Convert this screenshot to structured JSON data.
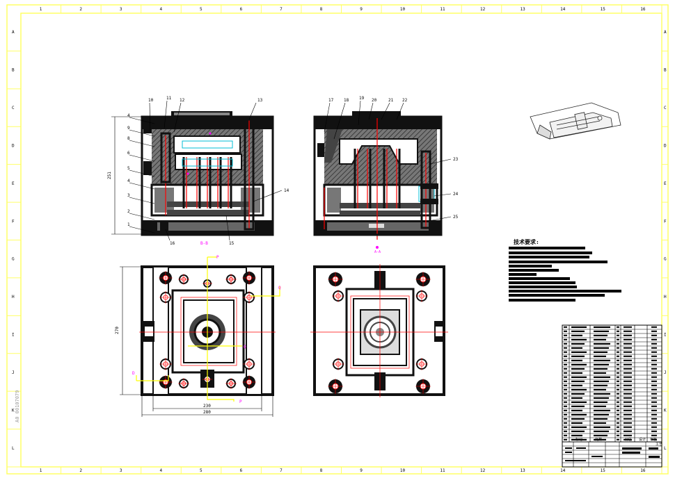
{
  "border": {
    "top_numbers": [
      "1",
      "2",
      "3",
      "4",
      "5",
      "6",
      "7",
      "8",
      "9",
      "10",
      "11",
      "12",
      "13",
      "14",
      "15",
      "16"
    ],
    "bottom_numbers": [
      "1",
      "2",
      "3",
      "4",
      "5",
      "6",
      "7",
      "8",
      "9",
      "10",
      "11",
      "12",
      "13",
      "14",
      "15",
      "16"
    ],
    "left_letters": [
      "A",
      "B",
      "C",
      "D",
      "E",
      "F",
      "G",
      "H",
      "I",
      "J",
      "K",
      "L"
    ],
    "right_letters": [
      "A",
      "B",
      "C",
      "D",
      "E",
      "F",
      "G",
      "H",
      "I",
      "J",
      "K",
      "L"
    ],
    "side_stamp": "A0 00107079",
    "colors": {
      "frame": "#ffff66",
      "ink": "#000000",
      "red": "#ff0000",
      "magenta": "#ff00ff",
      "cyan": "#00bcd4",
      "yellow": "#ffff00"
    }
  },
  "front_view": {
    "callouts_left": [
      "5",
      "4",
      "9",
      "8",
      "6",
      "5",
      "4",
      "3",
      "2",
      "1"
    ],
    "callouts_top": [
      "10",
      "11",
      "12"
    ],
    "callout_top_right": "13",
    "callout_right": "14",
    "callouts_bottom": [
      "16",
      "15"
    ],
    "height_dim": "251",
    "section_label": "B-B"
  },
  "side_view": {
    "callouts_top": [
      "17",
      "18",
      "19",
      "20",
      "21",
      "22"
    ],
    "callouts_right": [
      "23",
      "24",
      "25"
    ],
    "section_label": "A-A"
  },
  "top_view": {
    "height_dim": "270",
    "width_inner_dim": "230",
    "width_outer_dim": "280",
    "cooling_labels": [
      "P",
      "Q",
      "Q",
      "P",
      "D"
    ]
  },
  "tech_requirements": {
    "title": "技术要求:"
  },
  "title_block": {
    "labels": [
      "标记",
      "处数",
      "分区",
      "设计",
      "审核",
      "工艺"
    ]
  }
}
